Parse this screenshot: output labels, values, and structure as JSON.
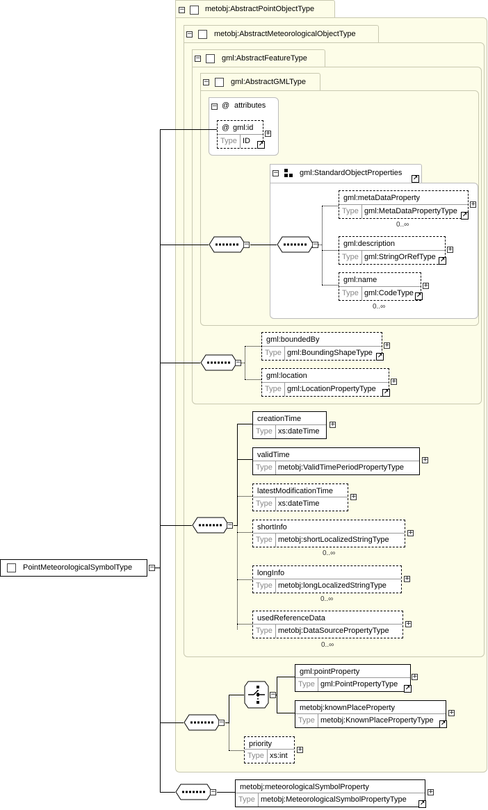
{
  "root": {
    "label": "PointMeteorologicalSymbolType"
  },
  "types": {
    "abstract_point": "metobj:AbstractPointObjectType",
    "abstract_meteo": "metobj:AbstractMeteorologicalObjectType",
    "abstract_feature": "gml:AbstractFeatureType",
    "abstract_gml": "gml:AbstractGMLType"
  },
  "attributes": {
    "label": "attributes",
    "at": "@",
    "id_name": "gml:id",
    "id_type": "ID"
  },
  "group": {
    "label": "gml:StandardObjectProperties"
  },
  "type_label": "Type",
  "elements": {
    "metaDataProperty": {
      "name": "gml:metaDataProperty",
      "type": "gml:MetaDataPropertyType",
      "card": "0..∞"
    },
    "description": {
      "name": "gml:description",
      "type": "gml:StringOrRefType"
    },
    "gmlname": {
      "name": "gml:name",
      "type": "gml:CodeType",
      "card": "0..∞"
    },
    "boundedBy": {
      "name": "gml:boundedBy",
      "type": "gml:BoundingShapeType"
    },
    "location": {
      "name": "gml:location",
      "type": "gml:LocationPropertyType"
    },
    "creationTime": {
      "name": "creationTime",
      "type": "xs:dateTime"
    },
    "validTime": {
      "name": "validTime",
      "type": "metobj:ValidTimePeriodPropertyType"
    },
    "latestModificationTime": {
      "name": "latestModificationTime",
      "type": "xs:dateTime"
    },
    "shortInfo": {
      "name": "shortInfo",
      "type": "metobj:shortLocalizedStringType",
      "card": "0..∞"
    },
    "longInfo": {
      "name": "longInfo",
      "type": "metobj:longLocalizedStringType",
      "card": "0..∞"
    },
    "usedReferenceData": {
      "name": "usedReferenceData",
      "type": "metobj:DataSourcePropertyType",
      "card": "0..∞"
    },
    "pointProperty": {
      "name": "gml:pointProperty",
      "type": "gml:PointPropertyType"
    },
    "knownPlaceProperty": {
      "name": "metobj:knownPlaceProperty",
      "type": "metobj:KnownPlacePropertyType"
    },
    "priority": {
      "name": "priority",
      "type": "xs:int"
    },
    "meteorologicalSymbolProperty": {
      "name": "metobj:meteorologicalSymbolProperty",
      "type": "metobj:MeteorologicalSymbolPropertyType"
    }
  },
  "icons": {
    "collapse": "minus-box-icon",
    "expand": "plus-box-icon",
    "link": "arrow-link-icon",
    "sequence": "sequence-compositor-icon",
    "choice": "choice-compositor-icon",
    "group": "group-icon"
  },
  "colors": {
    "container_fill": "#fdfde8",
    "container_border": "#c8c8b0"
  }
}
